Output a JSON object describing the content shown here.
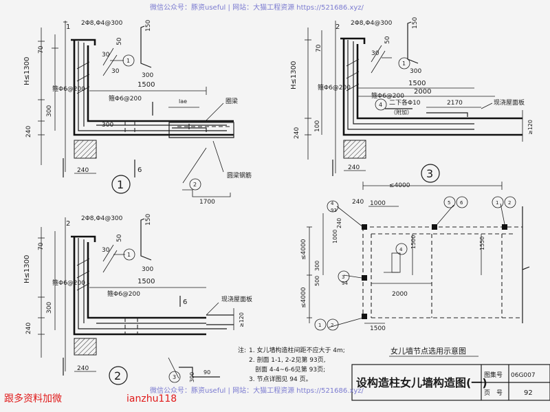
{
  "watermark_top": "微信公众号：豚资useful | 网站：大猫工程资源 https://521686.xyz/",
  "watermark_bottom": "微信公众号：豚资useful | 网站：大猫工程资源 https://521686.xyz/",
  "footer_left": "跟多资料加微",
  "footer_id": "ianzhu118",
  "title_block": {
    "title": "设构造柱女儿墙构造图(一)",
    "atlas_label": "图集号",
    "atlas_no": "06G007",
    "page_label": "页　号",
    "page_no": "92"
  },
  "notes": {
    "label": "注:",
    "lines": [
      "1. 女儿墙构造柱间距不应大于 4m;",
      "2. 剖面 1-1, 2-2见第 93页,",
      "　剖面 4-4~6-6见第 93页;",
      "3. 节点详图见 94 页。"
    ]
  },
  "plan_caption": "女儿墙节点选用示意图",
  "detail1": {
    "number": "1",
    "rebar_top": "2Φ8,Φ4@300",
    "dim_70": "70",
    "h_label": "H≤1300",
    "dim_300": "300",
    "dim_240": "240",
    "dim_50": "50",
    "dim_30": "30",
    "dim_150": "150",
    "dim_300b": "300",
    "hook_30": "30",
    "stirrup": "箍Φ6@200",
    "dim_1500": "1500",
    "rebar_mid": "箍Φ6@200",
    "ring_beam": "圈梁",
    "roof_board": "圆梁钢筋",
    "dim_300c": "300",
    "dim_240b": "240",
    "dim_1700": "1700",
    "sec_1": "1",
    "sec_6": "6",
    "circ_1": "1",
    "circ_2": "2",
    "lae": "lae"
  },
  "detail2": {
    "number": "2",
    "rebar_top": "2Φ8,Φ4@300",
    "dim_70": "70",
    "h_label": "H≤1300",
    "dim_300": "300",
    "dim_240": "240",
    "dim_50": "50",
    "dim_30": "30",
    "dim_150": "150",
    "dim_300b": "300",
    "stirrup": "箍Φ6@200",
    "dim_1500": "1500",
    "rebar_mid": "箍Φ6@200",
    "cast_roof": "现浇屋面板",
    "dim_120": "≥120",
    "dim_240b": "240",
    "dim_30c": "300",
    "dim_90": "90",
    "sec_2": "2",
    "sec_6": "6",
    "circ_1": "1",
    "circ_3": "3"
  },
  "detail3": {
    "number": "3",
    "rebar_top": "2Φ8,Φ4@300",
    "dim_70": "70",
    "h_label": "H≤1300",
    "dim_100": "100",
    "dim_240": "240",
    "dim_50": "50",
    "dim_30": "30",
    "dim_150": "150",
    "dim_300b": "300",
    "stirrup": "箍Φ6@200",
    "dim_1500": "1500",
    "dim_2000": "2000",
    "rebar_mid": "箍Φ6@200",
    "bottom_bar": "二下各Φ10",
    "bottom_note": "（附加）",
    "dim_2170": "2170",
    "cast_roof": "现浇屋面板",
    "dim_120": "≥120",
    "dim_240b": "240",
    "sec_2": "2",
    "circ_1": "1",
    "circ_4": "4"
  },
  "plan": {
    "dim_4000_top": "≤4000",
    "dim_240": "240",
    "dim_1000": "1000",
    "dim_1000v": "1000",
    "dim_240v": "240",
    "dim_1500v": "1500",
    "dim_1550v": "1550",
    "dim_4000_left": "≤4000",
    "dim_4000_left2": "≤4000",
    "dim_300": "300",
    "dim_500": "500",
    "dim_2000": "2000",
    "dim_1500": "1500",
    "circ_4": "4",
    "circ_5": "5",
    "circ_6": "6",
    "circ_3": "3",
    "circ_1": "1",
    "circ_2": "2",
    "page_93": "93",
    "page_94": "94"
  }
}
